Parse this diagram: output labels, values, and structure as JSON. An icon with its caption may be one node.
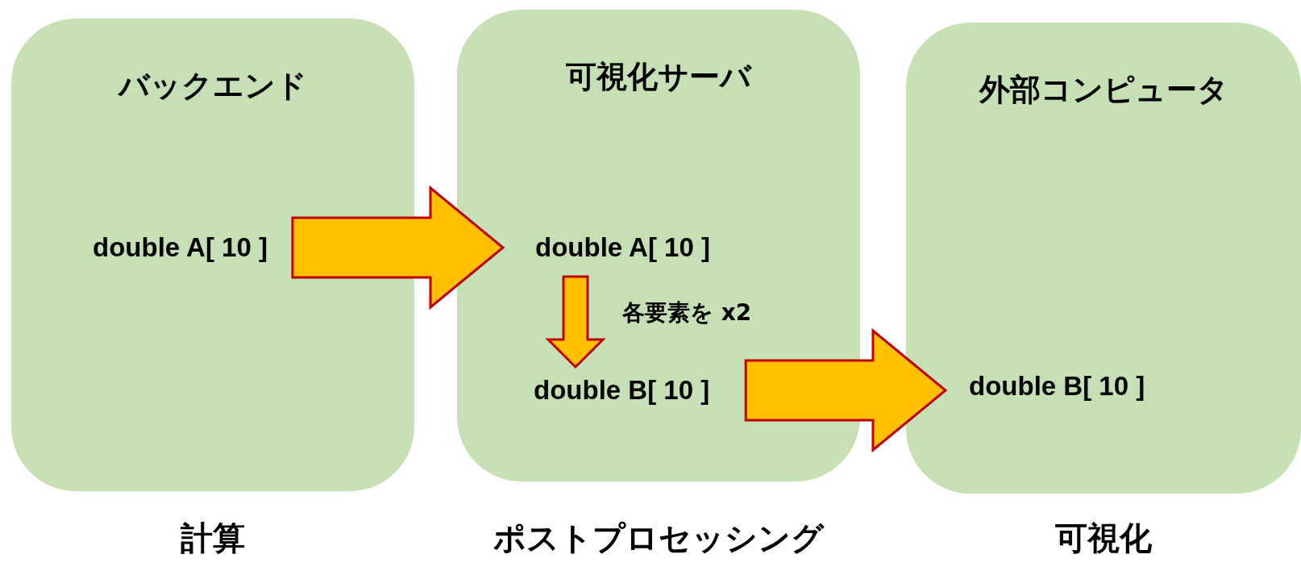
{
  "diagram": {
    "nodes": [
      {
        "text": [
          "バックエンド"
        ],
        "beside": [
          "計算"
        ]
      },
      {
        "text": [
          "double A[ 10 ]"
        ],
        "in": 0
      },
      {
        "text": [
          "可視化サーバ"
        ],
        "beside": [
          "ポストプロセッシング"
        ]
      },
      {
        "text": [
          "double A[ 10 ]"
        ],
        "in": 2
      },
      {
        "text": [
          "double B[ 10 ]"
        ],
        "in": 2
      },
      {
        "text": [
          "外部コンピュータ"
        ],
        "beside": [
          "可視化"
        ]
      },
      {
        "text": [
          "double B[ 10 ]"
        ],
        "in": 5
      }
    ],
    "edges": [
      {
        "from": 1,
        "to": 3,
        "arrow": "to"
      },
      {
        "from": 3,
        "to": 4,
        "arrow": "to",
        "label": "各要素を x2"
      },
      {
        "from": 4,
        "to": 6,
        "arrow": "to"
      }
    ]
  }
}
